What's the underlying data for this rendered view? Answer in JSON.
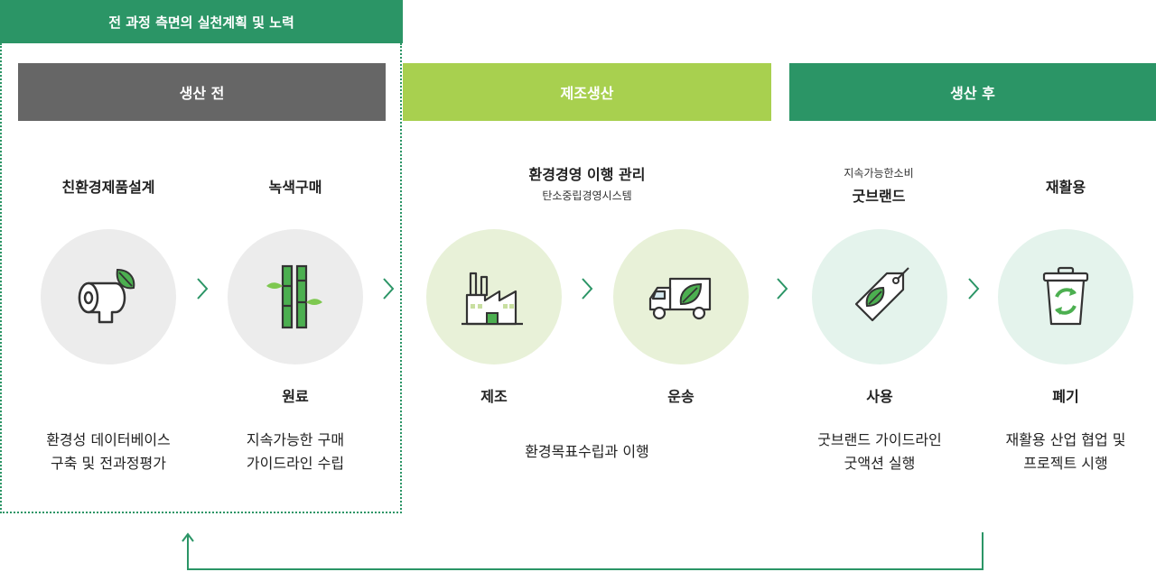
{
  "header": {
    "title": "전 과정 측면의 실천계획 및 노력"
  },
  "phases": [
    {
      "label": "생산 전"
    },
    {
      "label": "제조생산"
    },
    {
      "label": "생산 후"
    }
  ],
  "steps": [
    {
      "title": "친환경제품설계",
      "subtitle": "",
      "icon": "toilet-paper-leaf-icon",
      "bottom": ""
    },
    {
      "title": "녹색구매",
      "subtitle": "",
      "icon": "bamboo-icon",
      "bottom": "원료"
    },
    {
      "title": "환경경영 이행 관리",
      "subtitle": "탄소중립경영시스템",
      "icon": "factory-icon",
      "bottom": "제조"
    },
    {
      "title": "",
      "subtitle": "",
      "icon": "delivery-truck-leaf-icon",
      "bottom": "운송"
    },
    {
      "title": "굿브랜드",
      "subtitle": "지속가능한소비",
      "icon": "eco-tag-icon",
      "bottom": "사용"
    },
    {
      "title": "재활용",
      "subtitle": "",
      "icon": "recycle-bin-icon",
      "bottom": "폐기"
    }
  ],
  "descriptions": {
    "d1": {
      "line1": "환경성 데이터베이스",
      "line2": "구축 및 전과정평가"
    },
    "d2": {
      "line1": "지속가능한 구매",
      "line2": "가이드라인 수립"
    },
    "d3": {
      "line1": "환경목표수립과 이행"
    },
    "d4": {
      "line1": "굿브랜드 가이드라인",
      "line2": "굿액션 실행"
    },
    "d5": {
      "line1": "재활용 산업 협업 및",
      "line2": "프로젝트 시행"
    }
  },
  "colors": {
    "dark_green": "#2b9566",
    "lime": "#a8d04f",
    "gray": "#666666"
  }
}
